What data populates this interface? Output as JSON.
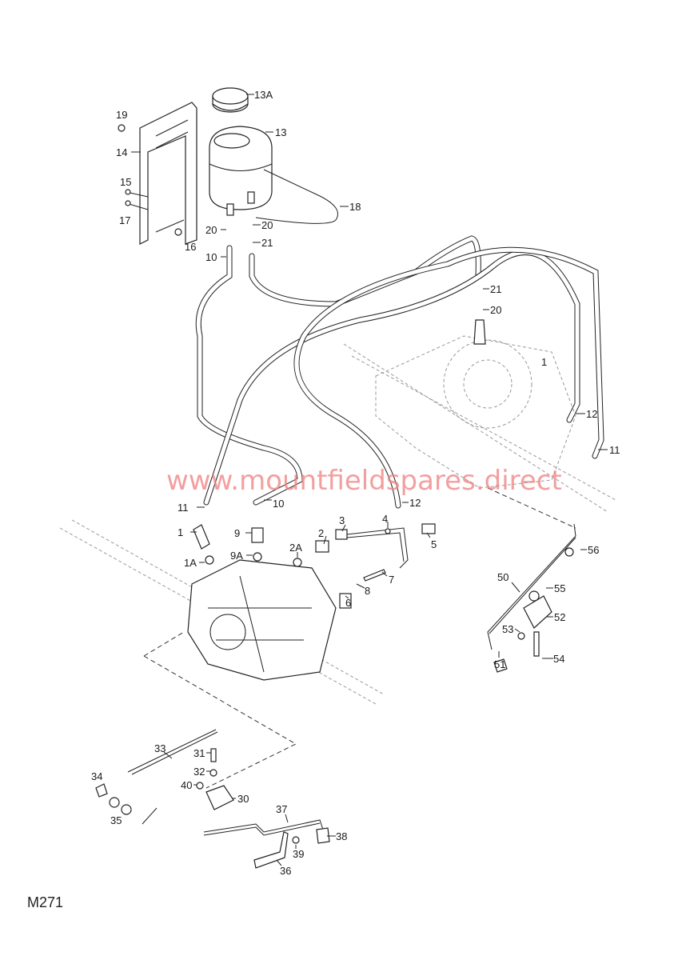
{
  "diagram_code": "M271",
  "watermark": "www.mountfieldspares.direct",
  "colors": {
    "watermark": "#f08080",
    "line": "#222222"
  },
  "labels": [
    "13A",
    "13",
    "19",
    "14",
    "15",
    "17",
    "16",
    "18",
    "20",
    "20",
    "10",
    "21",
    "21",
    "20",
    "1",
    "12",
    "11",
    "11",
    "10",
    "12",
    "1",
    "9",
    "3",
    "4",
    "2",
    "5",
    "1A",
    "9A",
    "2A",
    "56",
    "7",
    "8",
    "6",
    "50",
    "55",
    "52",
    "53",
    "54",
    "51",
    "33",
    "31",
    "32",
    "40",
    "34",
    "30",
    "35",
    "37",
    "38",
    "39",
    "36"
  ]
}
